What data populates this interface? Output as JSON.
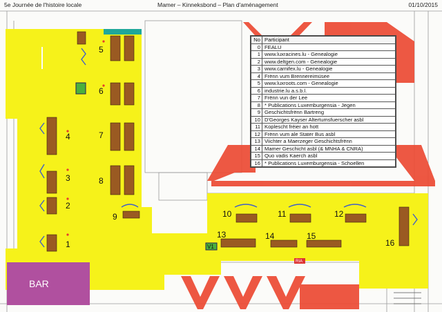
{
  "header": {
    "left": "5e Journée de l'histoire locale",
    "middle": "Mamer – Kinneksbond – Plan d'aménagement",
    "date": "01/10/2015"
  },
  "legend": {
    "col_no": "No",
    "col_participant": "Participant",
    "rows": [
      {
        "no": "0",
        "name": "FEALU"
      },
      {
        "no": "1",
        "name": "www.luxracines.lu - Genealogie"
      },
      {
        "no": "2",
        "name": "www.deltgen.com - Genealogie"
      },
      {
        "no": "3",
        "name": "www.carnifex.lu - Genealogie"
      },
      {
        "no": "4",
        "name": "Frënn vum Brennereimüsee"
      },
      {
        "no": "5",
        "name": "www.luxroots.com - Genealogie"
      },
      {
        "no": "6",
        "name": "industrie.lu a.s.b.l."
      },
      {
        "no": "7",
        "name": "Frënn vun der Lee"
      },
      {
        "no": "8",
        "name": "* Publications Luxemburgensia - Jegen"
      },
      {
        "no": "9",
        "name": "Geschichtsfrënn Bartreng"
      },
      {
        "no": "10",
        "name": "D'Georges Kayser Altertumsfuerscher asbl"
      },
      {
        "no": "11",
        "name": "Koplescht fréier an hott"
      },
      {
        "no": "12",
        "name": "Frënn vum ale Stater Bus asbl"
      },
      {
        "no": "13",
        "name": "Viichter a Maerzeger Geschichtsfrënn"
      },
      {
        "no": "14",
        "name": "Mamer Geschicht asbl (& MNHA & CNRA)"
      },
      {
        "no": "15",
        "name": "Quo vadis Kaerch asbl"
      },
      {
        "no": "16",
        "name": "* Publications Luxemburgensia - Schoellen"
      }
    ]
  },
  "plan": {
    "stand_numbers": [
      "1",
      "2",
      "3",
      "4",
      "5",
      "6",
      "7",
      "8",
      "9",
      "10",
      "11",
      "12",
      "13",
      "14",
      "15",
      "16"
    ],
    "bar_label": "BAR",
    "v1_label": "V1",
    "ria_label": "RIA"
  },
  "colors": {
    "floor": "#f6f21a",
    "table": "#9a5a22",
    "wall": "#6f6f6f",
    "red": "#ec4a33",
    "bar": "#b0509f",
    "teal": "#1fa79a",
    "green": "#4cb03c",
    "chair": "#3f5fc8"
  }
}
